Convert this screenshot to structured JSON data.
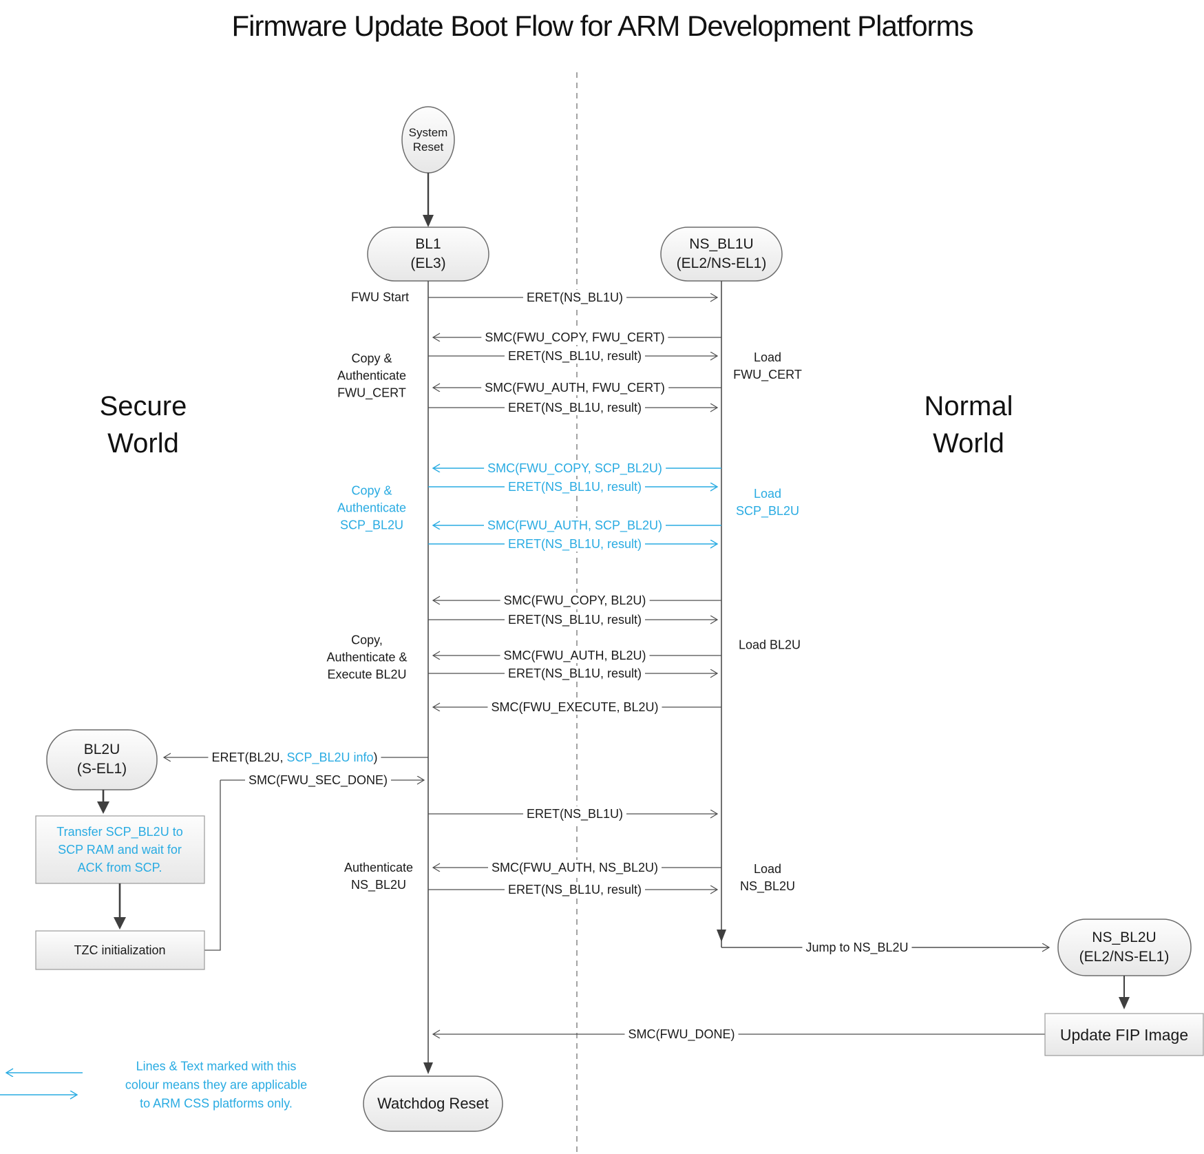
{
  "title": "Firmware Update Boot Flow for ARM Development Platforms",
  "worlds": {
    "secure": [
      "Secure",
      "World"
    ],
    "normal": [
      "Normal",
      "World"
    ]
  },
  "nodes": {
    "system_reset": [
      "System",
      "Reset"
    ],
    "bl1": [
      "BL1",
      "(EL3)"
    ],
    "ns_bl1u": [
      "NS_BL1U",
      "(EL2/NS-EL1)"
    ],
    "bl2u": [
      "BL2U",
      "(S-EL1)"
    ],
    "ns_bl2u": [
      "NS_BL2U",
      "(EL2/NS-EL1)"
    ],
    "watchdog_reset": "Watchdog Reset",
    "update_fip": "Update FIP Image",
    "transfer_scp": [
      "Transfer SCP_BL2U to",
      "SCP RAM and wait for",
      "ACK from SCP."
    ],
    "tzc_init": "TZC initialization"
  },
  "messages": {
    "fwu_start_eret": "ERET(NS_BL1U)",
    "smc_copy_fwu_cert": "SMC(FWU_COPY, FWU_CERT)",
    "eret_result_1": "ERET(NS_BL1U, result)",
    "smc_auth_fwu_cert": "SMC(FWU_AUTH, FWU_CERT)",
    "eret_result_2": "ERET(NS_BL1U, result)",
    "smc_copy_scp_bl2u": "SMC(FWU_COPY, SCP_BL2U)",
    "eret_result_3": "ERET(NS_BL1U, result)",
    "smc_auth_scp_bl2u": "SMC(FWU_AUTH, SCP_BL2U)",
    "eret_result_4": "ERET(NS_BL1U, result)",
    "smc_copy_bl2u": "SMC(FWU_COPY, BL2U)",
    "eret_result_5": "ERET(NS_BL1U, result)",
    "smc_auth_bl2u": "SMC(FWU_AUTH, BL2U)",
    "eret_result_6": "ERET(NS_BL1U, result)",
    "smc_execute_bl2u": "SMC(FWU_EXECUTE, BL2U)",
    "eret_bl2u": {
      "pre": "ERET(BL2U, ",
      "css": "SCP_BL2U info",
      "post": ")"
    },
    "smc_fwu_sec_done": "SMC(FWU_SEC_DONE)",
    "eret_ns_bl1u": "ERET(NS_BL1U)",
    "smc_auth_ns_bl2u": "SMC(FWU_AUTH, NS_BL2U)",
    "eret_result_7": "ERET(NS_BL1U, result)",
    "jump_ns_bl2u": "Jump to NS_BL2U",
    "smc_fwu_done": "SMC(FWU_DONE)"
  },
  "side_labels": {
    "fwu_start": "FWU Start",
    "copy_auth_fwu_cert": [
      "Copy &",
      "Authenticate",
      "FWU_CERT"
    ],
    "copy_auth_scp_bl2u": [
      "Copy &",
      "Authenticate",
      "SCP_BL2U"
    ],
    "copy_auth_exec_bl2u": [
      "Copy,",
      "Authenticate &",
      "Execute BL2U"
    ],
    "auth_ns_bl2u": [
      "Authenticate",
      "NS_BL2U"
    ],
    "load_fwu_cert": [
      "Load",
      "FWU_CERT"
    ],
    "load_scp_bl2u": [
      "Load",
      "SCP_BL2U"
    ],
    "load_bl2u": "Load BL2U",
    "load_ns_bl2u": [
      "Load",
      "NS_BL2U"
    ]
  },
  "legend": [
    "Lines & Text marked with this",
    "colour means they are applicable",
    "to ARM CSS platforms only."
  ],
  "colors": {
    "accent": "#29ABE2",
    "line": "#4d4d4d"
  }
}
